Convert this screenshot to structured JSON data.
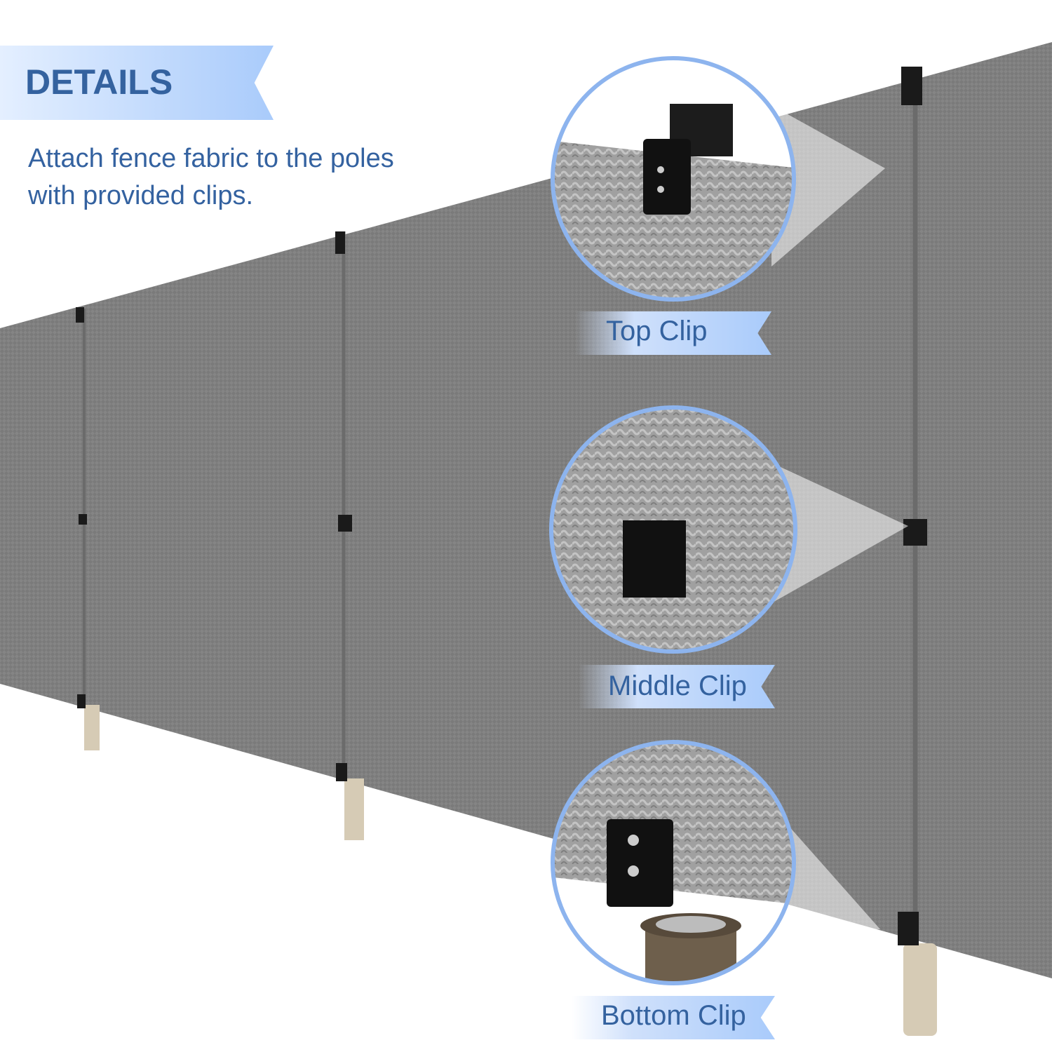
{
  "header": {
    "title": "DETAILS",
    "description_line1": "Attach fence fabric to the poles",
    "description_line2": "with provided clips."
  },
  "callouts": [
    {
      "label": "Top Clip"
    },
    {
      "label": "Middle Clip"
    },
    {
      "label": "Bottom Clip"
    }
  ],
  "colors": {
    "accent_text": "#34629f",
    "ribbon_start": "#e4efff",
    "ribbon_end": "#a9cbfb",
    "fabric": "#858585",
    "clip": "#1a1a1a",
    "post": "#d6cbb5"
  }
}
